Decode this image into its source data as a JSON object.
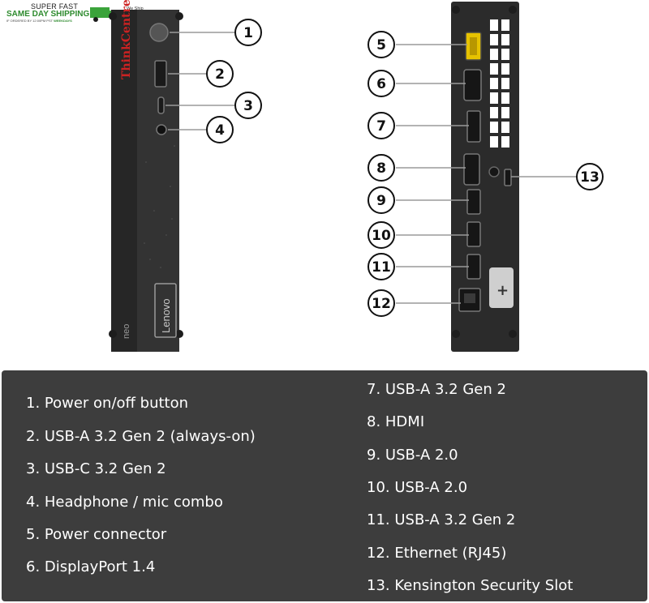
{
  "shipping_badge": {
    "line1": "SUPER FAST",
    "line2": "SAME DAY SHIPPING",
    "line3_prefix": "IF ORDERED BY 12:00PM PST ",
    "line3_emph": "WEEKDAYS",
    "intl": "We Ship Internationally",
    "icon": "truck-icon"
  },
  "device_labels": {
    "brand_side": "ThinkCentre",
    "brand_front": "Lenovo",
    "model": "neo"
  },
  "callouts": [
    "1",
    "2",
    "3",
    "4",
    "5",
    "6",
    "7",
    "8",
    "9",
    "10",
    "11",
    "12",
    "13"
  ],
  "legend": {
    "left": [
      "1. Power on/off button",
      "2. USB-A 3.2 Gen 2 (always-on)",
      "3. USB-C 3.2 Gen 2",
      "4. Headphone / mic combo",
      "5. Power connector",
      "6. DisplayPort 1.4"
    ],
    "right": [
      "7. USB-A 3.2 Gen 2",
      "8. HDMI",
      "9. USB-A 2.0",
      "10. USB-A 2.0",
      "11. USB-A 3.2 Gen 2",
      "12. Ethernet (RJ45)",
      "13. Kensington Security Slot"
    ]
  },
  "colors": {
    "panel": "#3d3d3d",
    "device": "#2c2c2c",
    "text": "#ffffff",
    "callout_stroke": "#111111"
  }
}
